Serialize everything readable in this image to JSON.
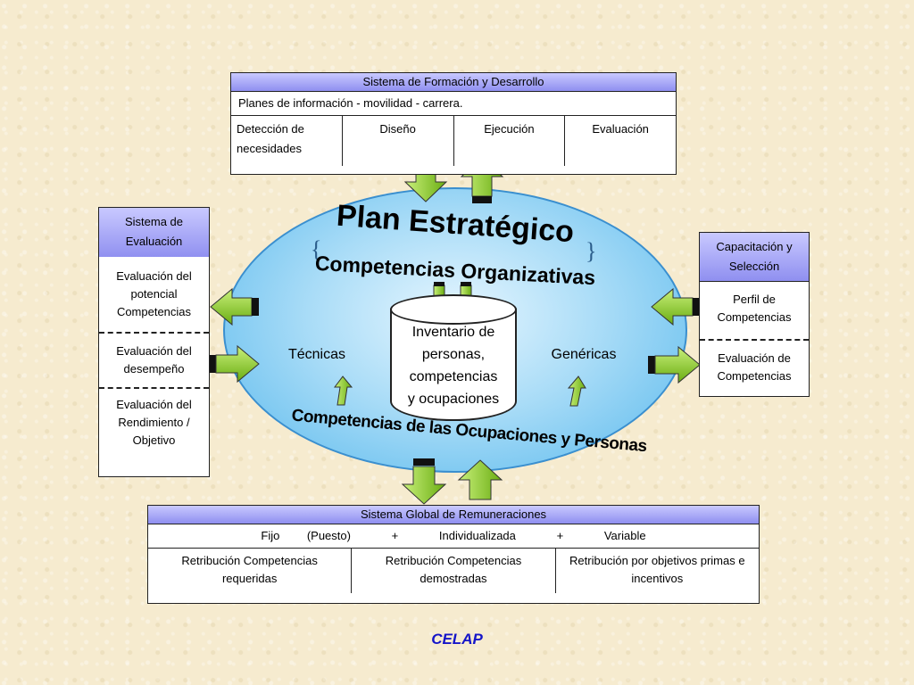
{
  "top_box": {
    "title": "Sistema de Formación y Desarrollo",
    "subtitle": "Planes de información - movilidad - carrera.",
    "cells": [
      "Detección de necesidades",
      "Diseño",
      "Ejecución",
      "Evaluación"
    ]
  },
  "left_box": {
    "title": "Sistema de Evaluación",
    "items": [
      "Evaluación del potencial Competencias",
      "Evaluación del desempeño",
      "Evaluación del Rendimiento / Objetivo"
    ]
  },
  "right_box": {
    "title": "Capacitación y Selección",
    "items": [
      "Perfil de Competencias",
      "Evaluación de Competencias"
    ]
  },
  "center": {
    "plan": "Plan Estratégico",
    "org": "Competencias Organizativas",
    "occ": "Competencias de las Ocupaciones y Personas",
    "left_label": "Técnicas",
    "right_label": "Genéricas",
    "inventory": [
      "Inventario de",
      "personas,",
      "competencias",
      "y ocupaciones"
    ]
  },
  "bottom_box": {
    "title": "Sistema Global de Remuneraciones",
    "formula": [
      "Fijo",
      "(Puesto)",
      "+",
      "Individualizada",
      "+",
      "Variable"
    ],
    "cells": [
      "Retribución Competencias requeridas",
      "Retribución Competencias demostradas",
      "Retribución por objetivos primas e incentivos"
    ]
  },
  "footer": "CELAP",
  "colors": {
    "ellipse": "#55b7ec",
    "arrow": "#88cc22",
    "header": "#9a9af2",
    "footer": "#1515c8"
  }
}
